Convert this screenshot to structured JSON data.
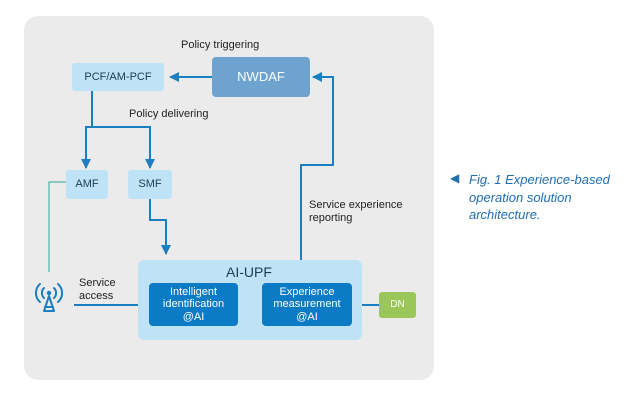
{
  "diagram": {
    "nodes": {
      "pcf": "PCF/AM-PCF",
      "nwdaf": "NWDAF",
      "amf": "AMF",
      "smf": "SMF",
      "upf": "AI-UPF",
      "intelligent_identification": "Intelligent\nidentification\n@AI",
      "experience_measurement": "Experience\nmeasurement\n@AI",
      "dn": "DN"
    },
    "edge_labels": {
      "policy_triggering": "Policy triggering",
      "policy_delivering": "Policy delivering",
      "service_experience_reporting": "Service experience\nreporting",
      "service_access": "Service\naccess"
    },
    "icons": [
      "antenna-icon"
    ],
    "colors": {
      "panel": "#ebebeb",
      "light_box": "#bfe3f6",
      "nwdaf": "#6ea3cf",
      "inner_box": "#0a7bc4",
      "dn": "#9bc75a",
      "arrow": "#1a7fc1",
      "caption": "#1f6db3"
    }
  },
  "caption": {
    "marker": "◀",
    "text": "Fig. 1 Experience-based operation solution architecture."
  }
}
